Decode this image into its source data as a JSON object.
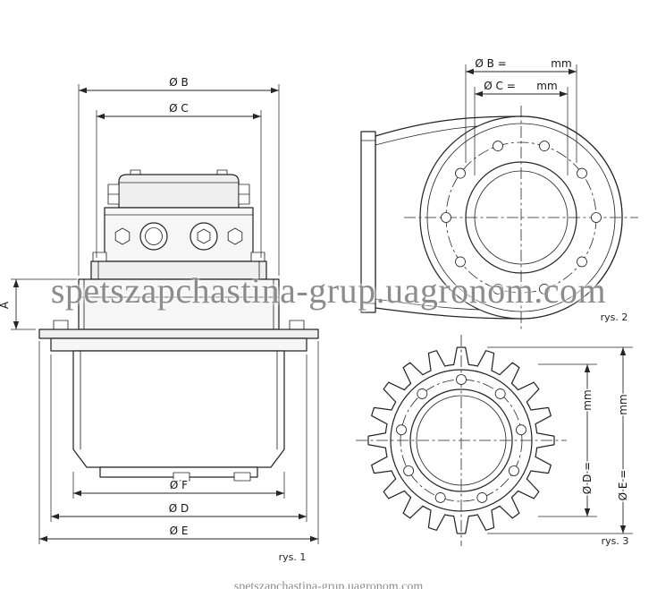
{
  "page": {
    "background": "#ffffff",
    "line_color": "#262626"
  },
  "watermark": {
    "text": "spetszapchastina-grup.uagronom.com",
    "color": "#8c8c8c"
  },
  "fig1": {
    "caption": "rys. 1",
    "dim_b": "Ø B",
    "dim_c": "Ø C",
    "dim_a": "A",
    "dim_f": "Ø F",
    "dim_d": "Ø D",
    "dim_e": "Ø E"
  },
  "fig2": {
    "caption": "rys. 2",
    "dim_b_label": "Ø B =",
    "dim_b_unit": "mm",
    "dim_c_label": "Ø C =",
    "dim_c_unit": "mm"
  },
  "fig3": {
    "caption": "rys. 3",
    "dim_d_label": "Ø D =",
    "dim_d_unit": "mm",
    "dim_e_label": "Ø E =",
    "dim_e_unit": "mm"
  }
}
